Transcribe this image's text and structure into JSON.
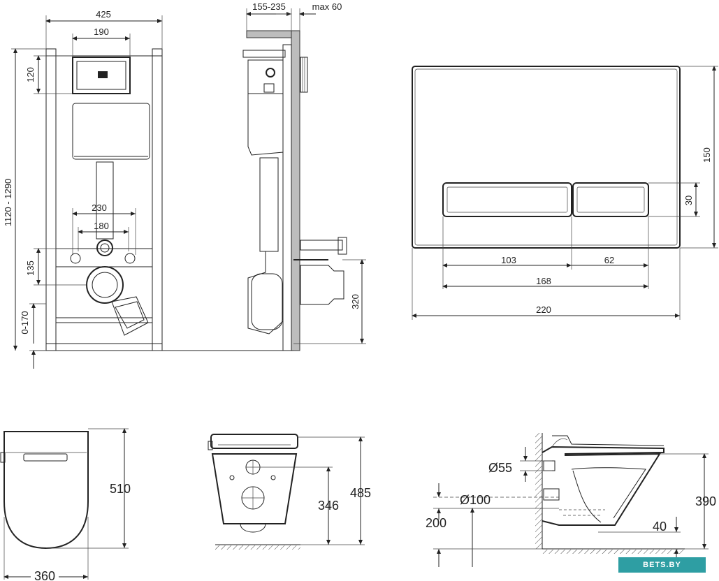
{
  "frame": {
    "width": "425",
    "top_plate": "190",
    "top_offset": "120",
    "height": "1120 - 1290",
    "stud_outer": "230",
    "stud_inner": "180",
    "drain_height": "135",
    "leg_adjust": "0-170"
  },
  "side": {
    "depth": "155-235",
    "wall_max": "max 60",
    "outlet_height": "320"
  },
  "plate": {
    "height": "150",
    "button_height": "30",
    "button_left": "103",
    "button_right": "62",
    "buttons_total": "168",
    "width": "220"
  },
  "bowl_top": {
    "length": "510",
    "width": "360"
  },
  "bowl_side": {
    "height_total": "485",
    "height_axis": "346"
  },
  "bowl_section": {
    "diam_small": "Ø55",
    "diam_large": "Ø100",
    "axis_height": "200",
    "bowl_height": "390",
    "water_depth": "40"
  },
  "watermark": "BETS.BY"
}
